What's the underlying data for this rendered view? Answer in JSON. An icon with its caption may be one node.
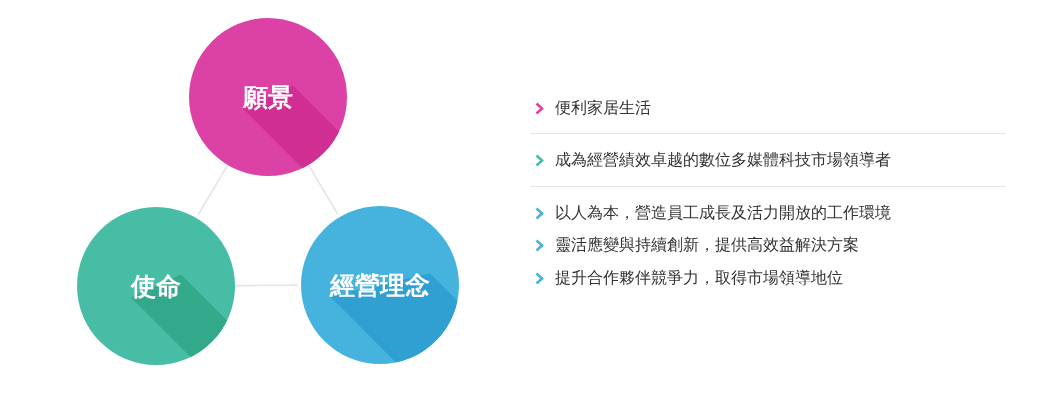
{
  "diagram": {
    "nodes": [
      {
        "text": [
          "願景"
        ]
      },
      {
        "text": [
          "使命"
        ]
      },
      {
        "text": [
          "經營理念"
        ]
      }
    ],
    "edges": [
      {
        "from": 0,
        "to": 1,
        "arrow": "none"
      },
      {
        "from": 0,
        "to": 2,
        "arrow": "none"
      },
      {
        "from": 1,
        "to": 2,
        "arrow": "none"
      }
    ],
    "labels": [
      "便利家居生活",
      "成為經營績效卓越的數位多媒體科技市場領導者",
      "以人為本，營造員工成長及活力開放的工作環境",
      "靈活應變與持續創新，提供高效益解決方案",
      "提升合作夥伴競爭力，取得市場領導地位"
    ]
  }
}
